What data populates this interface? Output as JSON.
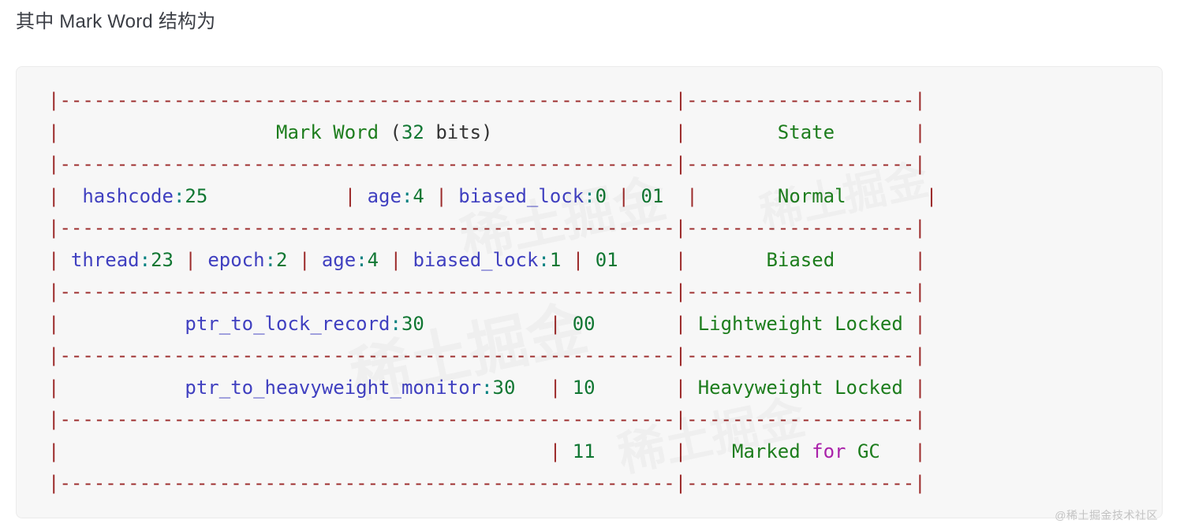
{
  "heading": {
    "text": "其中 Mark Word 结构为"
  },
  "colors": {
    "rule": "#9c2b2b",
    "identifier": "#4040c0",
    "colon": "#00807f",
    "number": "#117733",
    "state": "#1d7d1d",
    "keyword": "#aa22aa",
    "plain": "#333333",
    "code_background": "#f7f7f7",
    "code_border": "#ebebeb",
    "heading_text": "#3b3e45",
    "watermark": "#c3c3c3"
  },
  "code_block": {
    "language": "text",
    "lines": [
      {
        "id": "rule-top",
        "type": "separator",
        "raw": "|------------------------------------------------------|--------------------|"
      },
      {
        "id": "header-row",
        "type": "content",
        "raw": "|                   Mark Word (32 bits)                |        State       |",
        "left_cell": "Mark Word (32 bits)",
        "right_cell": "State"
      },
      {
        "id": "rule-2",
        "type": "separator",
        "raw": "|------------------------------------------------------|--------------------|"
      },
      {
        "id": "row-normal",
        "type": "content",
        "raw": "|  hashcode:25            | age:4 | biased_lock:0 | 01  |       Normal       |",
        "fields": [
          "hashcode:25",
          "age:4",
          "biased_lock:0",
          "01"
        ],
        "state": "Normal"
      },
      {
        "id": "rule-3",
        "type": "separator",
        "raw": "|------------------------------------------------------|--------------------|"
      },
      {
        "id": "row-biased",
        "type": "content",
        "raw": "| thread:23 | epoch:2 | age:4 | biased_lock:1 | 01     |       Biased       |",
        "fields": [
          "thread:23",
          "epoch:2",
          "age:4",
          "biased_lock:1",
          "01"
        ],
        "state": "Biased"
      },
      {
        "id": "rule-4",
        "type": "separator",
        "raw": "|------------------------------------------------------|--------------------|"
      },
      {
        "id": "row-lightweight",
        "type": "content",
        "raw": "|           ptr_to_lock_record:30           | 00       | Lightweight Locked |",
        "fields": [
          "ptr_to_lock_record:30",
          "00"
        ],
        "state": "Lightweight Locked"
      },
      {
        "id": "rule-5",
        "type": "separator",
        "raw": "|------------------------------------------------------|--------------------|"
      },
      {
        "id": "row-heavyweight",
        "type": "content",
        "raw": "|           ptr_to_heavyweight_monitor:30   | 10       | Heavyweight Locked |",
        "fields": [
          "ptr_to_heavyweight_monitor:30",
          "10"
        ],
        "state": "Heavyweight Locked"
      },
      {
        "id": "rule-6",
        "type": "separator",
        "raw": "|------------------------------------------------------|--------------------|"
      },
      {
        "id": "row-gc",
        "type": "content",
        "raw": "|                                           | 11       |    Marked for GC   |",
        "fields": [
          "11"
        ],
        "state": "Marked for GC"
      },
      {
        "id": "rule-bottom",
        "type": "separator",
        "raw": "|------------------------------------------------------|--------------------|"
      }
    ],
    "table": {
      "columns": [
        "Mark Word (32 bits)",
        "State"
      ],
      "rows": [
        {
          "mark_word": "hashcode:25 | age:4 | biased_lock:0 | 01",
          "state": "Normal"
        },
        {
          "mark_word": "thread:23 | epoch:2 | age:4 | biased_lock:1 | 01",
          "state": "Biased"
        },
        {
          "mark_word": "ptr_to_lock_record:30 | 00",
          "state": "Lightweight Locked"
        },
        {
          "mark_word": "ptr_to_heavyweight_monitor:30 | 10",
          "state": "Heavyweight Locked"
        },
        {
          "mark_word": "11",
          "state": "Marked for GC"
        }
      ]
    }
  },
  "watermark": {
    "text": "@稀土掘金技术社区",
    "ghost": "稀土掘金"
  }
}
